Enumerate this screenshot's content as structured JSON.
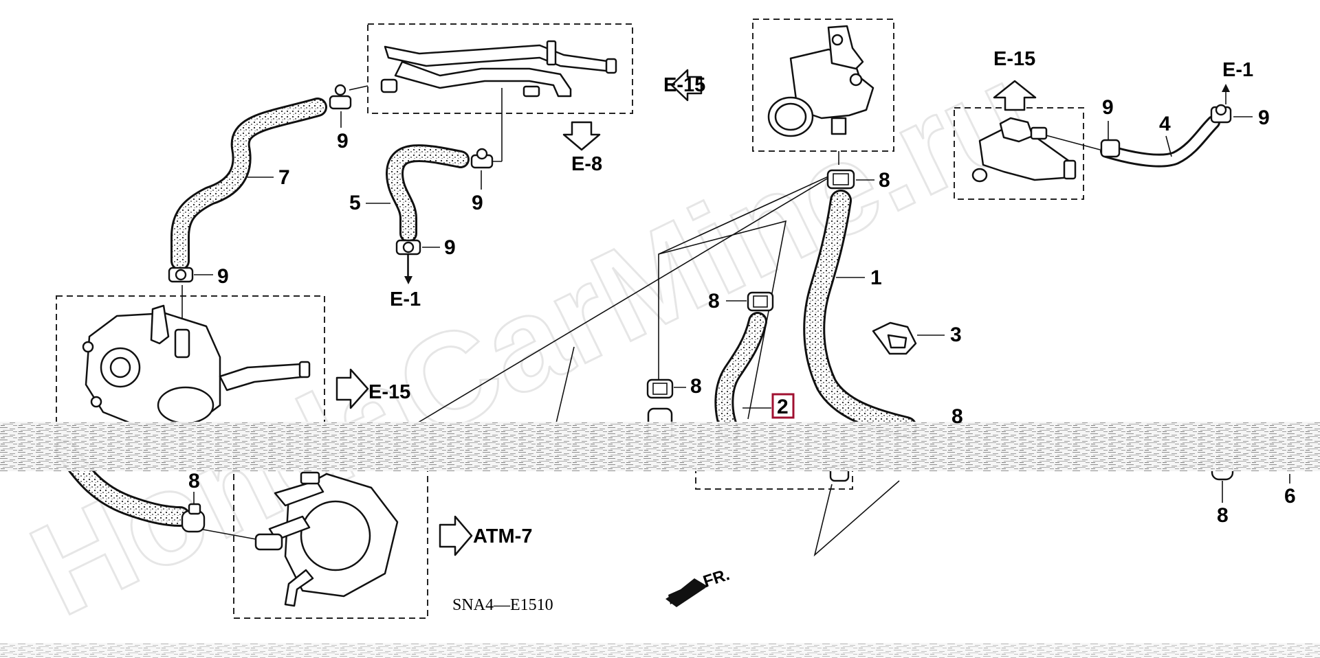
{
  "watermark": "HondaCarMine.ru",
  "diagram_code": "SNA4—E1510",
  "front_label": "FR.",
  "part_numbers": {
    "p1": "1",
    "p2": "2",
    "p3": "3",
    "p4": "4",
    "p5": "5",
    "p6": "6",
    "p7": "7",
    "p8": "8",
    "p9": "9"
  },
  "references": {
    "e15": "E-15",
    "e1": "E-1",
    "e8": "E-8",
    "atm7": "ATM-7"
  },
  "highlight_color": "#a01030"
}
